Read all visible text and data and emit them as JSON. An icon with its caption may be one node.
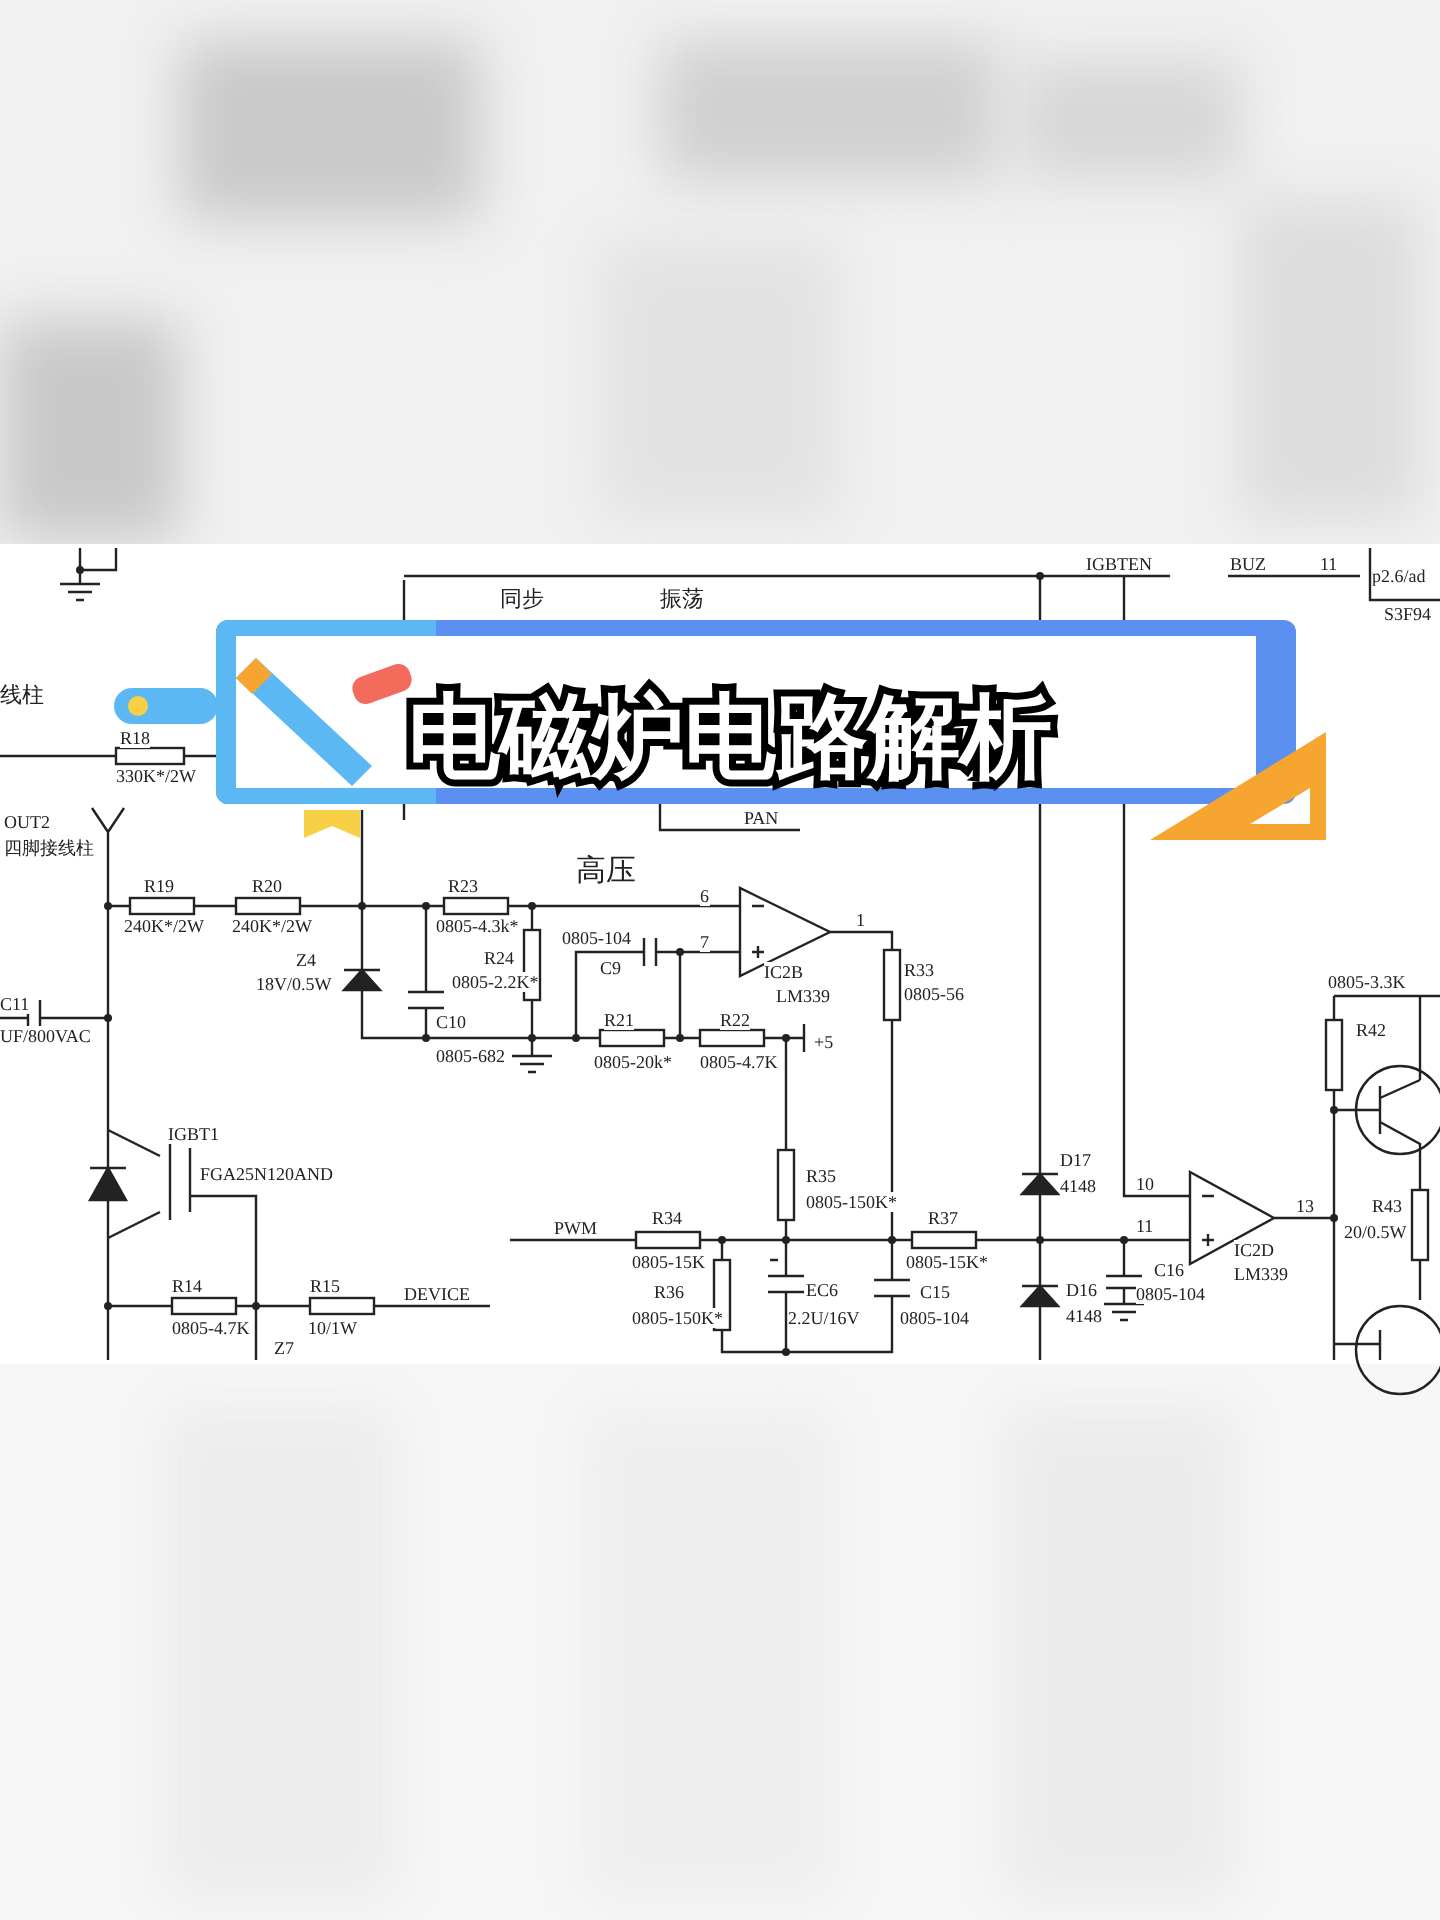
{
  "diagram": {
    "title": "电磁炉电路解析",
    "labels": [
      "IGBTEN",
      "BUZ",
      "11",
      "p2.6/ad",
      "S3F94",
      "同步",
      "振荡",
      "线柱",
      "R18",
      "330K*/2W",
      "PAN",
      "OUT2",
      "四脚接线柱",
      "高压",
      "R19",
      "240K*/2W",
      "R20",
      "240K*/2W",
      "R23",
      "0805-4.3k*",
      "6",
      "7",
      "1",
      "0805-104",
      "C9",
      "IC2B",
      "LM339",
      "R33",
      "0805-56",
      "Z4",
      "18V/0.5W",
      "R24",
      "0805-2.2K*",
      "C10",
      "0805-682",
      "R21",
      "0805-20k*",
      "R22",
      "0805-4.7K",
      "+5",
      "C11",
      "UF/800VAC",
      "0805-3.3K",
      "R42",
      "IGBT1",
      "FGA25N120AND",
      "R35",
      "0805-150K*",
      "D17",
      "4148",
      "10",
      "11",
      "13",
      "IC2D",
      "LM339",
      "R43",
      "20/0.5W",
      "PWM",
      "R34",
      "0805-15K",
      "R37",
      "0805-15K*",
      "R36",
      "0805-150K*",
      "EC6",
      "2.2U/16V",
      "C15",
      "0805-104",
      "C16",
      "0805-104",
      "D16",
      "4148",
      "R14",
      "0805-4.7K",
      "R15",
      "10/1W",
      "DEVICE",
      "Z7"
    ]
  }
}
